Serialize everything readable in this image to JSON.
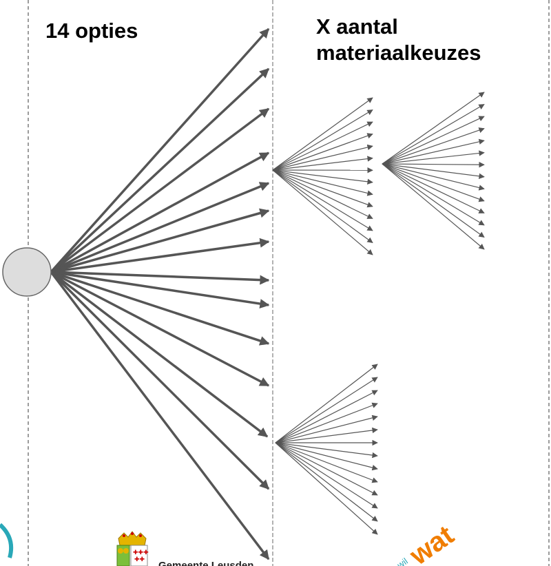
{
  "headings": {
    "options": "14 opties",
    "materials_line1": "X aantal",
    "materials_line2": "materiaalkeuzes"
  },
  "tree": {
    "option_count": 14,
    "expanded_options": [
      5,
      12
    ],
    "material_fan_count": 14,
    "second_level_fan_count": 14
  },
  "logos": {
    "municipality_name": "Gemeente Leusden",
    "water_logo_text": "wat",
    "water_logo_small": "wil"
  },
  "colors": {
    "thick_arrow": "#555555",
    "thin_arrow": "#555555",
    "root_fill": "#dddddd",
    "divider": "#777777",
    "water_orange": "#f07d00",
    "water_teal": "#29a8b8"
  }
}
